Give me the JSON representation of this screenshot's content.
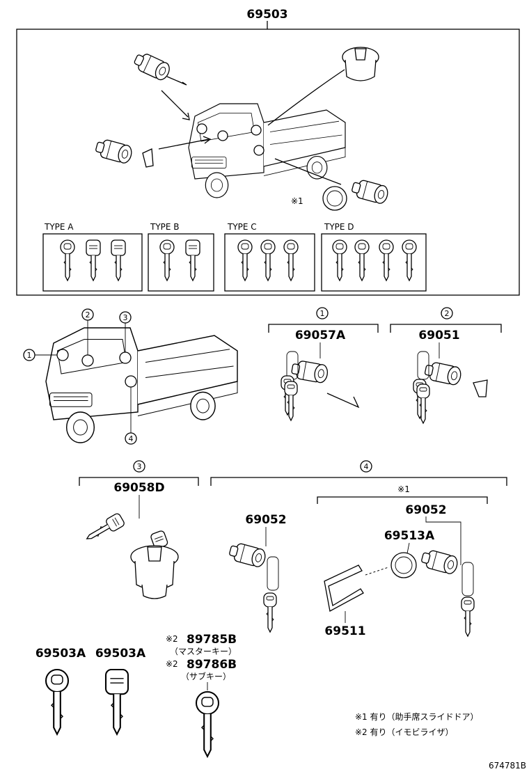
{
  "labels": {
    "main_assembly": "69503",
    "mark1_top": "※1",
    "type_a": "TYPE A",
    "type_b": "TYPE B",
    "type_c": "TYPE C",
    "type_d": "TYPE D",
    "c1": "1",
    "c2": "2",
    "c3": "3",
    "c4": "4",
    "part_69057a": "69057A",
    "part_69051": "69051",
    "part_69058d": "69058D",
    "part_69052_left": "69052",
    "mark1_right": "※1",
    "part_69052_right": "69052",
    "part_69513a": "69513A",
    "part_69511": "69511",
    "part_69503a_1": "69503A",
    "part_69503a_2": "69503A",
    "mark2_a": "※2",
    "part_89785b": "89785B",
    "master_key": "（マスターキー）",
    "mark2_b": "※2",
    "part_89786b": "89786B",
    "sub_key": "（サブキー）",
    "note1": "※1 有り（助手席スライドドア）",
    "note2": "※2 有り（イモビライザ）",
    "figure_code": "674781B"
  },
  "icons": [
    "truck-icon",
    "lock-cylinder-icon",
    "key-icon",
    "fuel-cap-icon",
    "lock-ring-icon",
    "retainer-clip-icon"
  ]
}
